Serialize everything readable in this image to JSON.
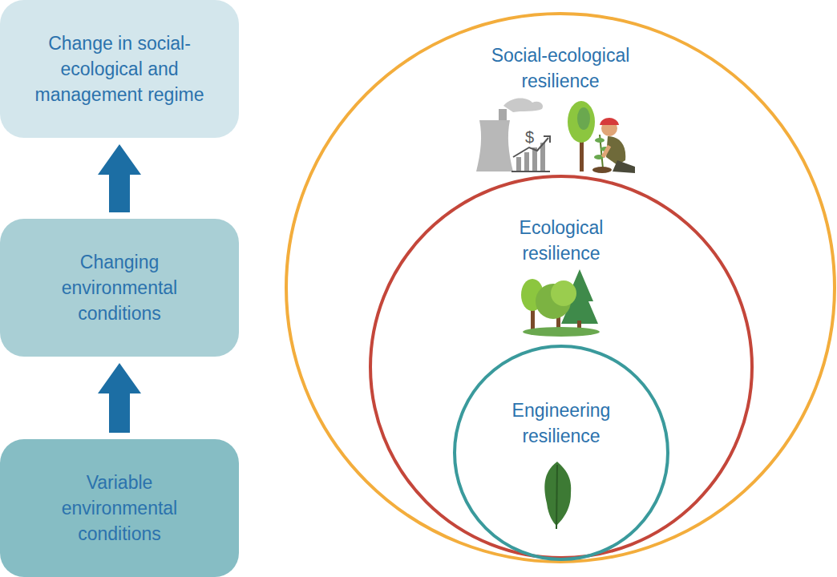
{
  "diagram": {
    "nodes": [
      {
        "text": [
          "Change in social-ecological and management regime"
        ]
      },
      {
        "text": [
          "Changing environmental conditions"
        ]
      },
      {
        "text": [
          "Variable environmental conditions"
        ]
      },
      {
        "text": [
          "Social-ecological resilience"
        ]
      },
      {
        "text": [
          "Ecological resilience"
        ],
        "in": 3
      },
      {
        "text": [
          "Engineering resilience"
        ],
        "in": 4
      }
    ],
    "edges": [
      {
        "from": 2,
        "to": 1,
        "arrow": "to"
      },
      {
        "from": 1,
        "to": 0,
        "arrow": "to"
      }
    ],
    "labels": [
      "$"
    ]
  }
}
